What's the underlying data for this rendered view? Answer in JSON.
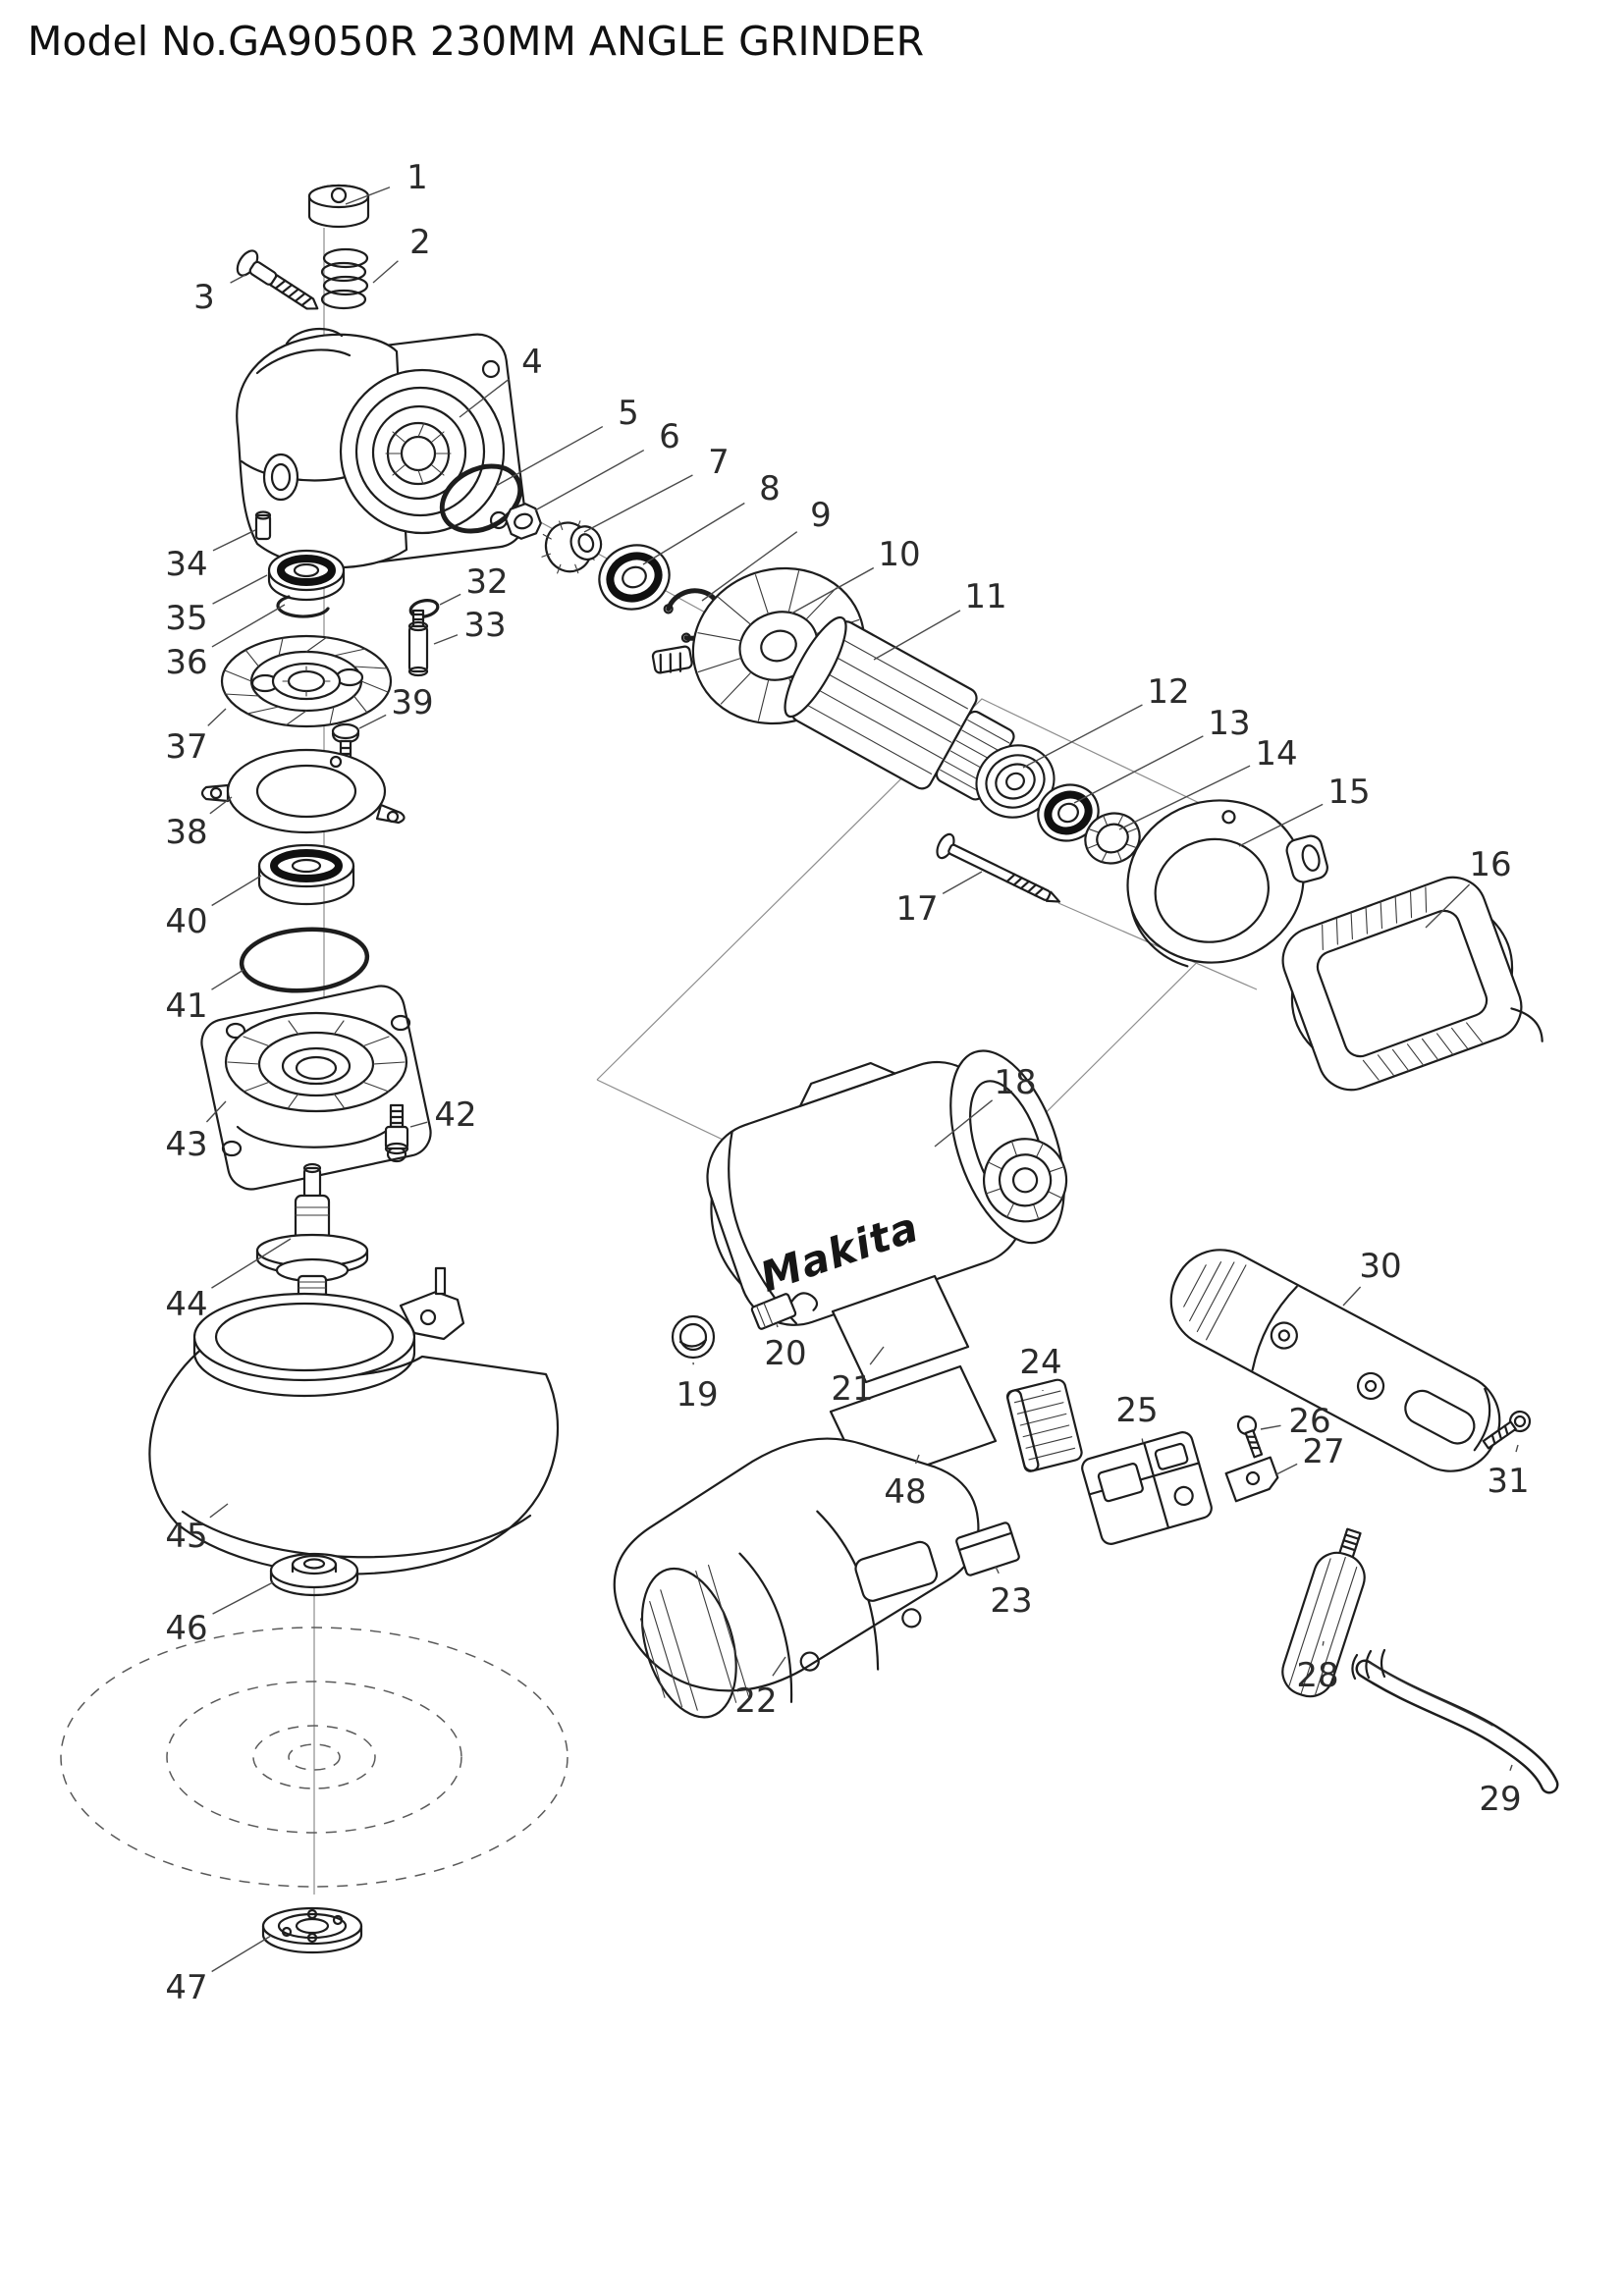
{
  "title": "Model No.GA9050R 230MM ANGLE GRINDER",
  "brand_logo": "Makita",
  "parts": [
    {
      "num": "1"
    },
    {
      "num": "2"
    },
    {
      "num": "3"
    },
    {
      "num": "4"
    },
    {
      "num": "5"
    },
    {
      "num": "6"
    },
    {
      "num": "7"
    },
    {
      "num": "8"
    },
    {
      "num": "9"
    },
    {
      "num": "10"
    },
    {
      "num": "11"
    },
    {
      "num": "12"
    },
    {
      "num": "13"
    },
    {
      "num": "14"
    },
    {
      "num": "15"
    },
    {
      "num": "16"
    },
    {
      "num": "17"
    },
    {
      "num": "18"
    },
    {
      "num": "19"
    },
    {
      "num": "20"
    },
    {
      "num": "21"
    },
    {
      "num": "22"
    },
    {
      "num": "23"
    },
    {
      "num": "24"
    },
    {
      "num": "25"
    },
    {
      "num": "26"
    },
    {
      "num": "27"
    },
    {
      "num": "28"
    },
    {
      "num": "29"
    },
    {
      "num": "30"
    },
    {
      "num": "31"
    },
    {
      "num": "32"
    },
    {
      "num": "33"
    },
    {
      "num": "34"
    },
    {
      "num": "35"
    },
    {
      "num": "36"
    },
    {
      "num": "37"
    },
    {
      "num": "38"
    },
    {
      "num": "39"
    },
    {
      "num": "40"
    },
    {
      "num": "41"
    },
    {
      "num": "42"
    },
    {
      "num": "43"
    },
    {
      "num": "44"
    },
    {
      "num": "45"
    },
    {
      "num": "46"
    },
    {
      "num": "47"
    },
    {
      "num": "48"
    }
  ]
}
